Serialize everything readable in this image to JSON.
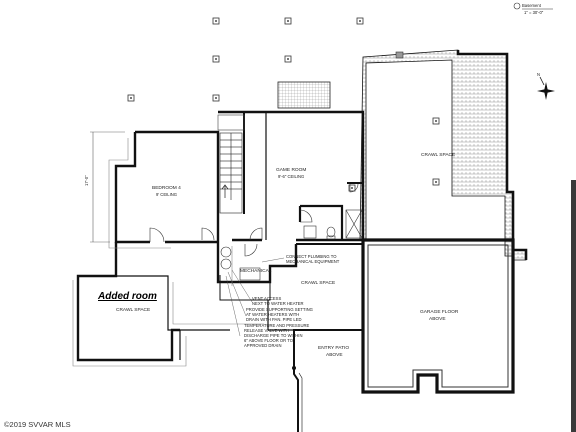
{
  "header": {
    "sheet_title": "Basement",
    "scale": "1\" = 30'-0\""
  },
  "rooms": {
    "bedroom4": "BEDROOM 4",
    "bedroom4_ceiling": "9' CEILING",
    "game_room": "GAME ROOM",
    "game_room_ceiling": "9'-6\" CEILING",
    "crawl_space_east": "CRAWL SPACE",
    "mechanical": "MECHANICAL",
    "crawl_space_center": "CRAWL SPACE",
    "crawl_space_west": "CRAWL SPACE",
    "garage_floor_1": "GARAGE FLOOR",
    "garage_floor_2": "ABOVE",
    "entry_patio_1": "ENTRY PATIO",
    "entry_patio_2": "ABOVE"
  },
  "annotation": {
    "added_room": "Added room"
  },
  "notes": {
    "n1": "CONNECT PLUMBING TO",
    "n2": "MECHANICAL EQUIPMENT",
    "n3": "VENT ACCESS",
    "n4": "NEXT TO WATER HEATER",
    "n5": "PROVIDE SUPPORTING SETTING",
    "n6": "AT WATER HEATERS WITH",
    "n7": "DRAIN WITH PAN. PIPE LED",
    "n8": "TEMPERATURE AND PRESSURE",
    "n9": "RELEASE VALVE WITH",
    "n10": "DISCHARGE PIPE TO WITHIN",
    "n11": "6\" ABOVE FLOOR OR TO",
    "n12": "APPROVED DRAIN"
  },
  "dimension": {
    "vertical_left": "17'-0\""
  },
  "footer": {
    "copyright": "©2019 SVVAR MLS"
  }
}
